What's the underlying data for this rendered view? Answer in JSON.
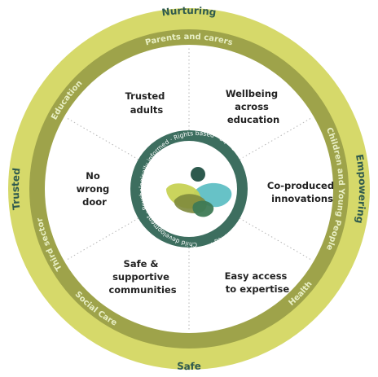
{
  "outer_ring": {
    "top": "Nurturing",
    "right": "Empowering",
    "bottom": "Safe",
    "left": "Trusted"
  },
  "middle_ring": {
    "top": "Parents and carers",
    "right": "Children and Young People",
    "bottom_right": "Health",
    "bottom_left": "Social Care",
    "left": "Third sector",
    "top_left": "Education"
  },
  "inner_ring_text": "Child development · Psychologically informed · Rights based · Equity, diversity and inclusion · Values led ·",
  "segments": {
    "trusted_adults": [
      "Trusted",
      "adults"
    ],
    "wellbeing": [
      "Wellbeing",
      "across",
      "education"
    ],
    "co_produced": [
      "Co-produced",
      "innovations"
    ],
    "easy_access": [
      "Easy access",
      "to expertise"
    ],
    "safe_supportive": [
      "Safe &",
      "supportive",
      "communities"
    ],
    "no_wrong_door": [
      "No",
      "wrong",
      "door"
    ]
  },
  "colors": {
    "outer_ring": "#d6d96a",
    "middle_ring": "#9ea34a",
    "inner_ring": "#3d6e5f",
    "center_dot": "#2d5a4e",
    "logo_teal": "#5fbfc4",
    "logo_lime": "#c7d254",
    "logo_olive": "#7e8a3c",
    "logo_dark": "#3e7a55"
  }
}
